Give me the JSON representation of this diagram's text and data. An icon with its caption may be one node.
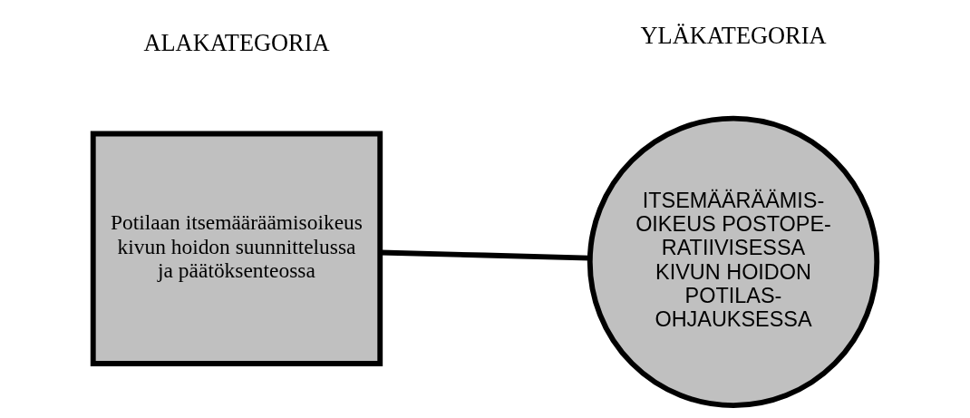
{
  "diagram": {
    "nodes": [
      {
        "text": [
          "Potilaan itsemääräämisoikeus kivun hoidon suunnittelussa ja päätöksenteossa"
        ]
      },
      {
        "text": [
          "ITSEMÄÄRÄÄMIS- OIKEUS POSTOPE- RATIIVISESSA KIVUN HOIDON POTILAS- OHJAUKSESSA"
        ]
      }
    ],
    "edges": [
      {
        "from": 0,
        "to": 1,
        "arrow": "none"
      }
    ],
    "labels": [
      "ALAKATEGORIA",
      "YLÄKATEGORIA"
    ]
  }
}
